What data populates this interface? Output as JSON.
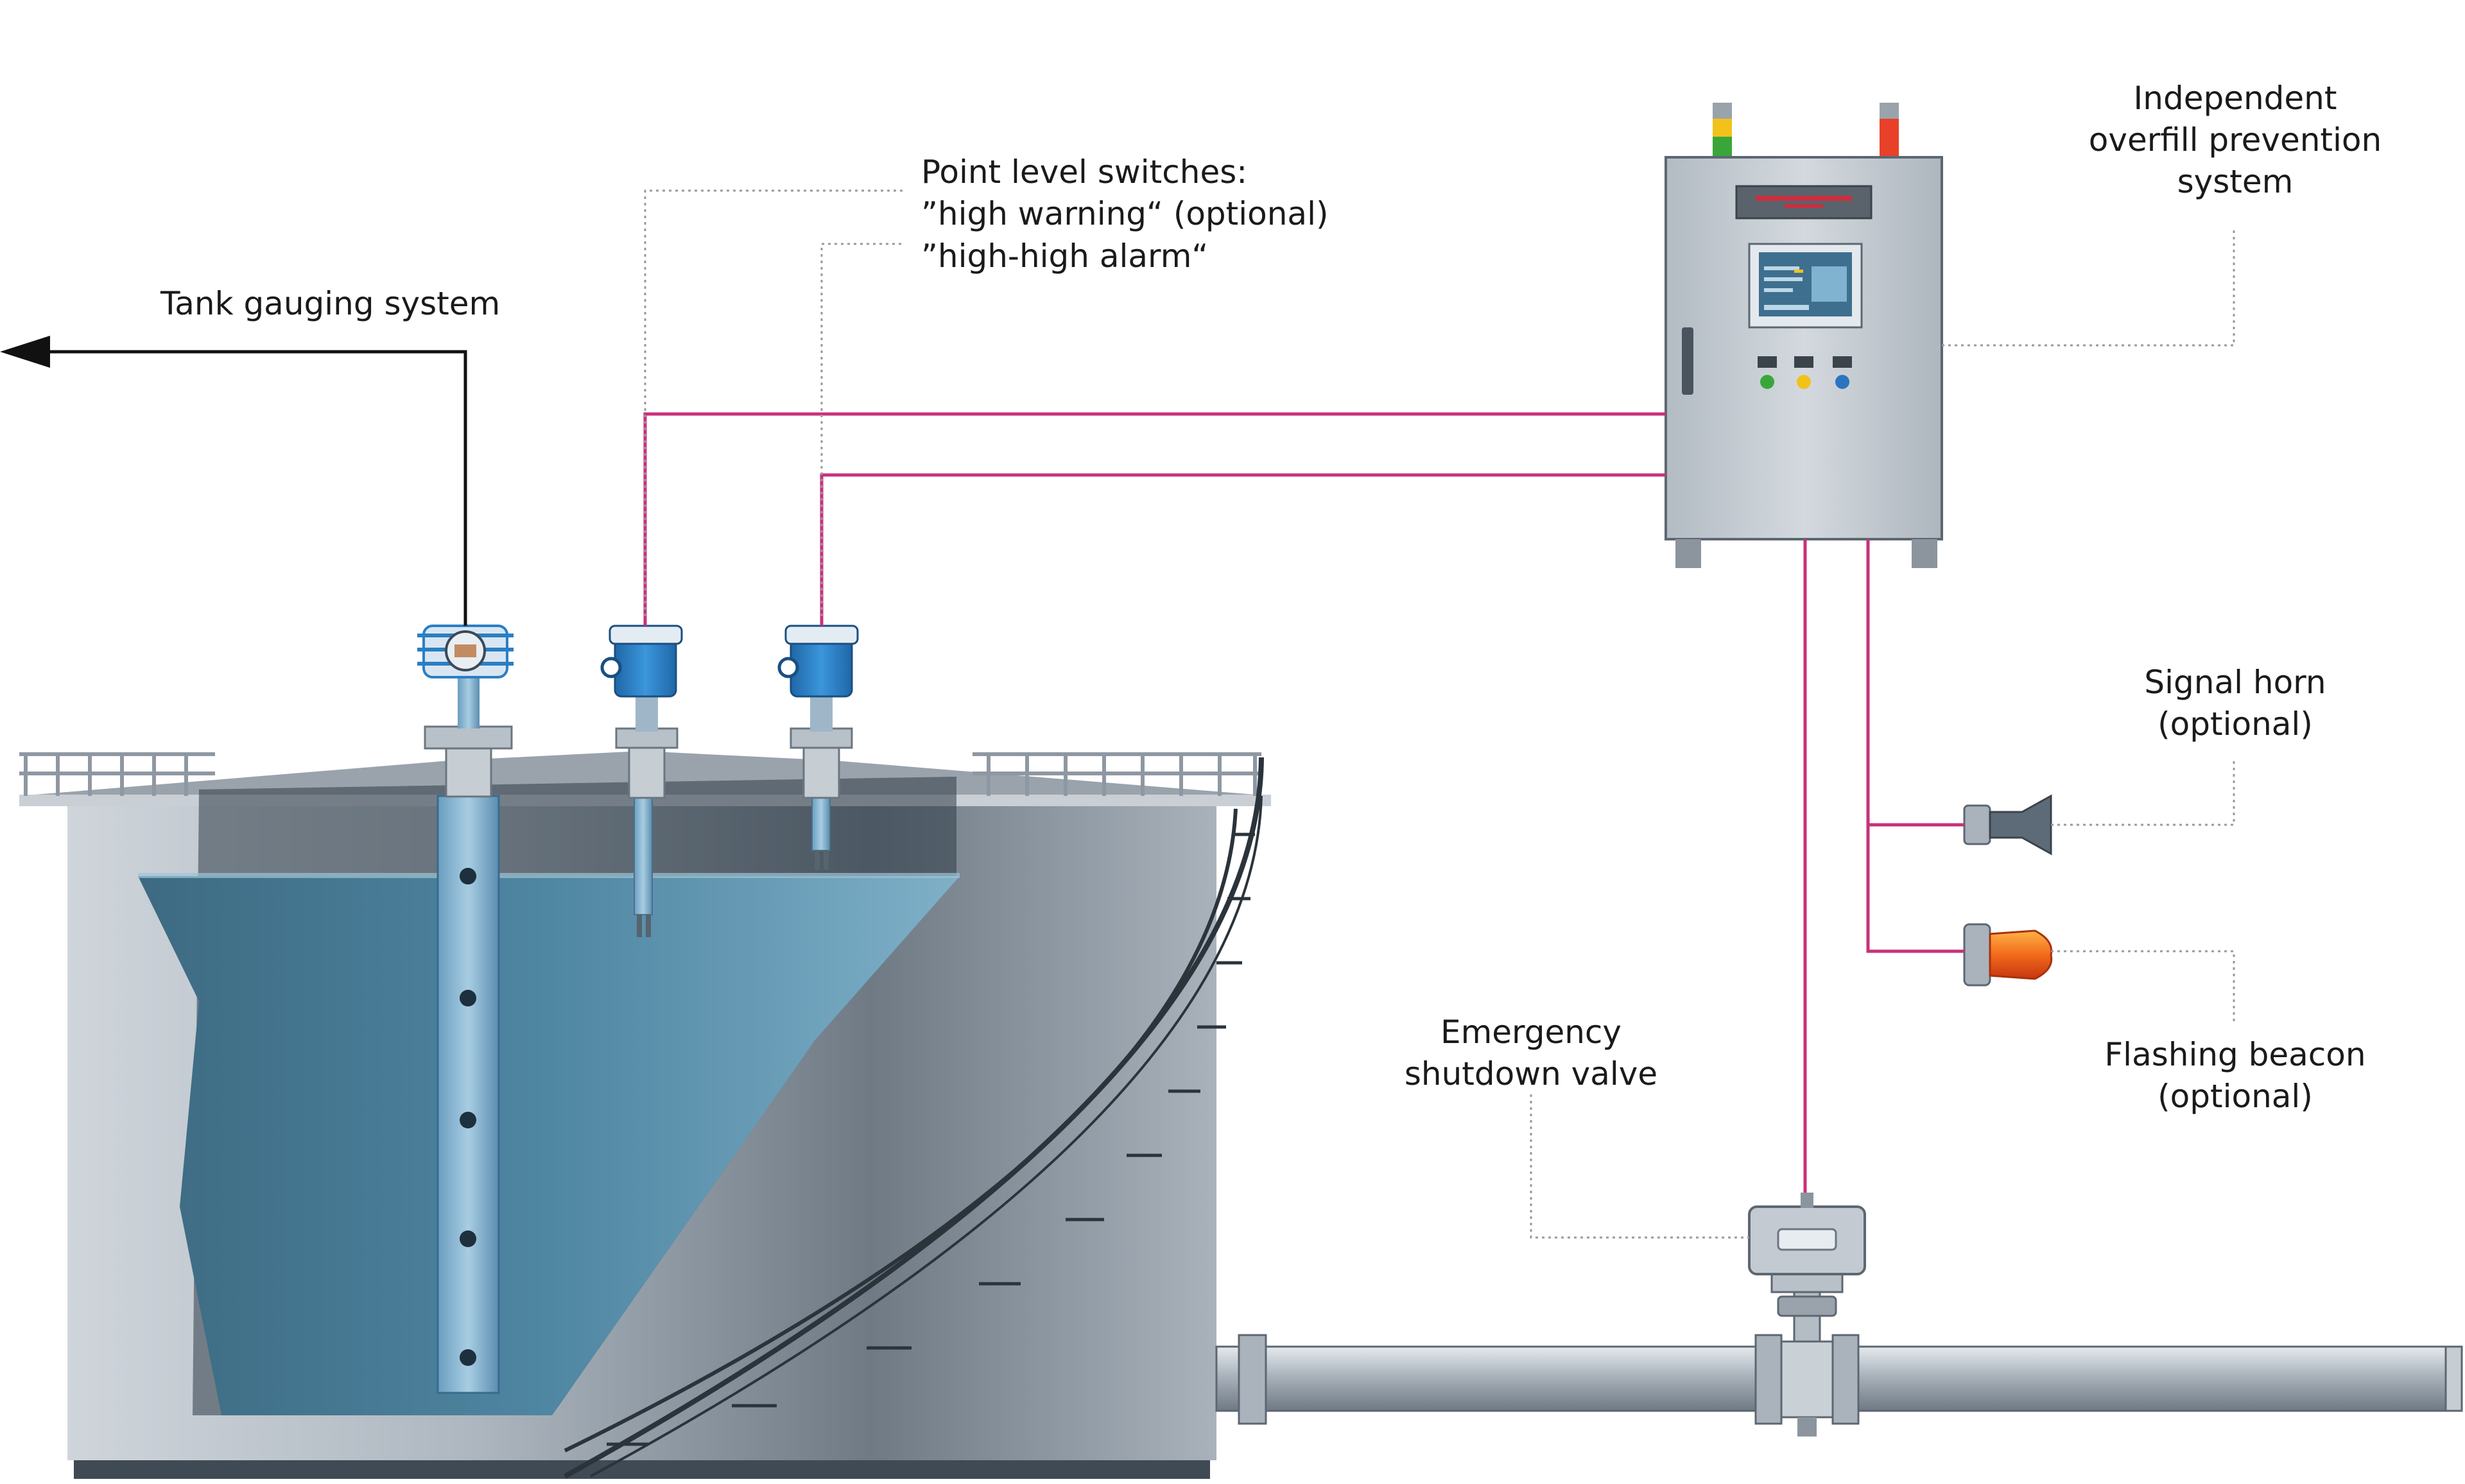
{
  "labels": {
    "tank_gauging": "Tank gauging system",
    "point_switches_title": "Point level switches:",
    "point_switches_line2": "”high warning“ (optional)",
    "point_switches_line3": "”high-high alarm“",
    "overfill_line1": "Independent",
    "overfill_line2": "overfill prevention",
    "overfill_line3": "system",
    "horn_line1": "Signal horn",
    "horn_line2": "(optional)",
    "beacon_line1": "Flashing beacon",
    "beacon_line2": "(optional)",
    "valve_line1": "Emergency",
    "valve_line2": "shutdown valve"
  },
  "colors": {
    "signal_line": "#c8307a",
    "leader_line": "#9a9a9a",
    "tank_steel": "#8a949e",
    "liquid": "#4e7f98",
    "instrument_blue": "#2a7fc4",
    "cabinet": "#c2c9d0",
    "beacon": "#f26a1b",
    "lamp_green": "#3aa63a",
    "lamp_yellow": "#f2c21b",
    "lamp_red": "#e8412a",
    "button_blue": "#2c74c0"
  },
  "icons": {
    "gauge": "radar-level-transmitter-icon",
    "switch": "vibrating-fork-switch-icon",
    "cabinet": "control-cabinet-icon",
    "horn": "signal-horn-icon",
    "beacon": "flashing-beacon-icon",
    "valve": "shutdown-valve-icon"
  }
}
